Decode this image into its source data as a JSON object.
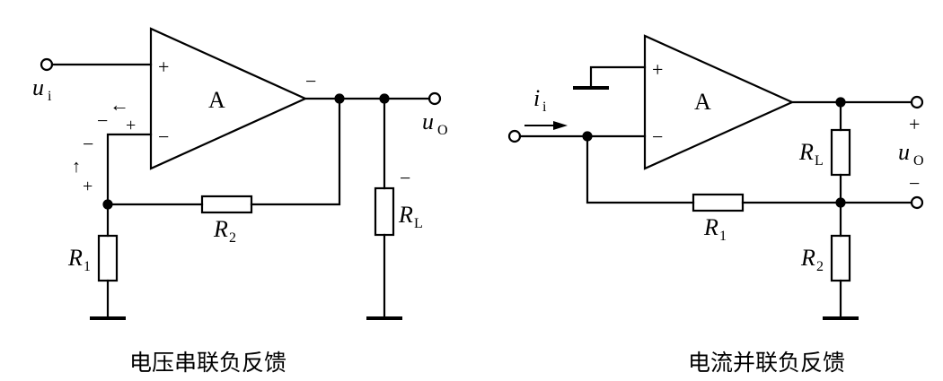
{
  "left": {
    "caption": "电压串联负反馈",
    "amp": "A",
    "plus": "+",
    "minus": "−",
    "in_var": "u",
    "in_sub": "i",
    "out_var": "u",
    "out_sub": "O",
    "r1_var": "R",
    "r1_sub": "1",
    "r2_var": "R",
    "r2_sub": "2",
    "rl_var": "R",
    "rl_sub": "L",
    "out_minus": "−",
    "rl_minus": "−",
    "fb_top_minus": "−",
    "fb_top_plus": "+",
    "fb_arrow_left": "←",
    "fb_side_minus": "−",
    "fb_side_arrow": "↑",
    "fb_side_plus": "+"
  },
  "right": {
    "caption": "电流并联负反馈",
    "amp": "A",
    "plus": "+",
    "minus": "−",
    "in_var": "i",
    "in_sub": "i",
    "out_var": "u",
    "out_sub": "O",
    "out_plus": "+",
    "out_minus": "−",
    "r1_var": "R",
    "r1_sub": "1",
    "r2_var": "R",
    "r2_sub": "2",
    "rl_var": "R",
    "rl_sub": "L"
  }
}
